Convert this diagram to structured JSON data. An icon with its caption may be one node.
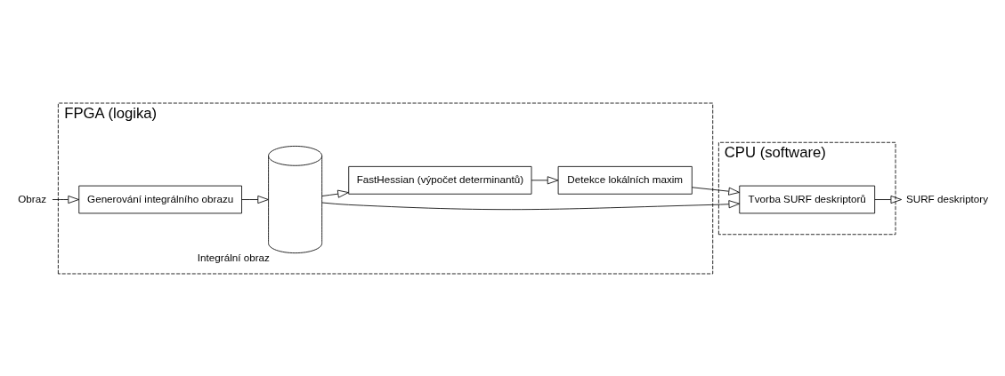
{
  "diagram": {
    "nodes": [
      {
        "text": [
          "FPGA (logika)"
        ]
      },
      {
        "text": [
          "Generování integrálního obrazu"
        ],
        "in": 0
      },
      {
        "text": [],
        "shape": "cylinder",
        "beside": [
          "Integrální obraz"
        ],
        "in": 0
      },
      {
        "text": [
          "FastHessian (výpočet determinantů)"
        ],
        "in": 0
      },
      {
        "text": [
          "Detekce lokálních maxim"
        ],
        "in": 0
      },
      {
        "text": [
          "CPU (software)"
        ]
      },
      {
        "text": [
          "Tvorba SURF deskriptorů"
        ],
        "in": 5
      },
      {
        "text": [
          "Obraz"
        ]
      },
      {
        "text": [
          "SURF deskriptory"
        ]
      }
    ],
    "edges": [
      {
        "from": 7,
        "to": 1,
        "arrow": "to"
      },
      {
        "from": 1,
        "to": 2,
        "arrow": "to"
      },
      {
        "from": 2,
        "to": 3,
        "arrow": "to"
      },
      {
        "from": 3,
        "to": 4,
        "arrow": "to"
      },
      {
        "from": 4,
        "to": 6,
        "arrow": "to"
      },
      {
        "from": 2,
        "to": 6,
        "arrow": "to"
      },
      {
        "from": 6,
        "to": 8,
        "arrow": "to"
      }
    ]
  }
}
